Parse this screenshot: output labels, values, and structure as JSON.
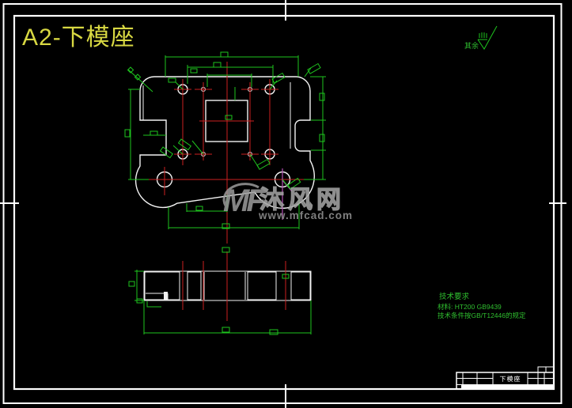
{
  "title": {
    "text": "A2-下模座"
  },
  "surface_finish": {
    "label": "其余"
  },
  "tech_requirements": {
    "heading": "技术要求",
    "material": "材料: HT200 GB9439",
    "condition": "技术条件按GB/T12446的规定"
  },
  "watermark": {
    "logo": "MF",
    "site": "沐风网",
    "url": "www.mfcad.com"
  },
  "title_block": {
    "part_name": "下模座"
  },
  "colors": {
    "background": "#000000",
    "frame": "#ffffff",
    "outline": "#f2f2f2",
    "dimension_green": "#1ec41e",
    "centerline_red": "#cc2020",
    "highlight_magenta": "#b44fb4",
    "title_yellow": "#d8d842",
    "watermark_gray": "#9c9c9c",
    "hatch_blue": "#c8d6e4"
  }
}
